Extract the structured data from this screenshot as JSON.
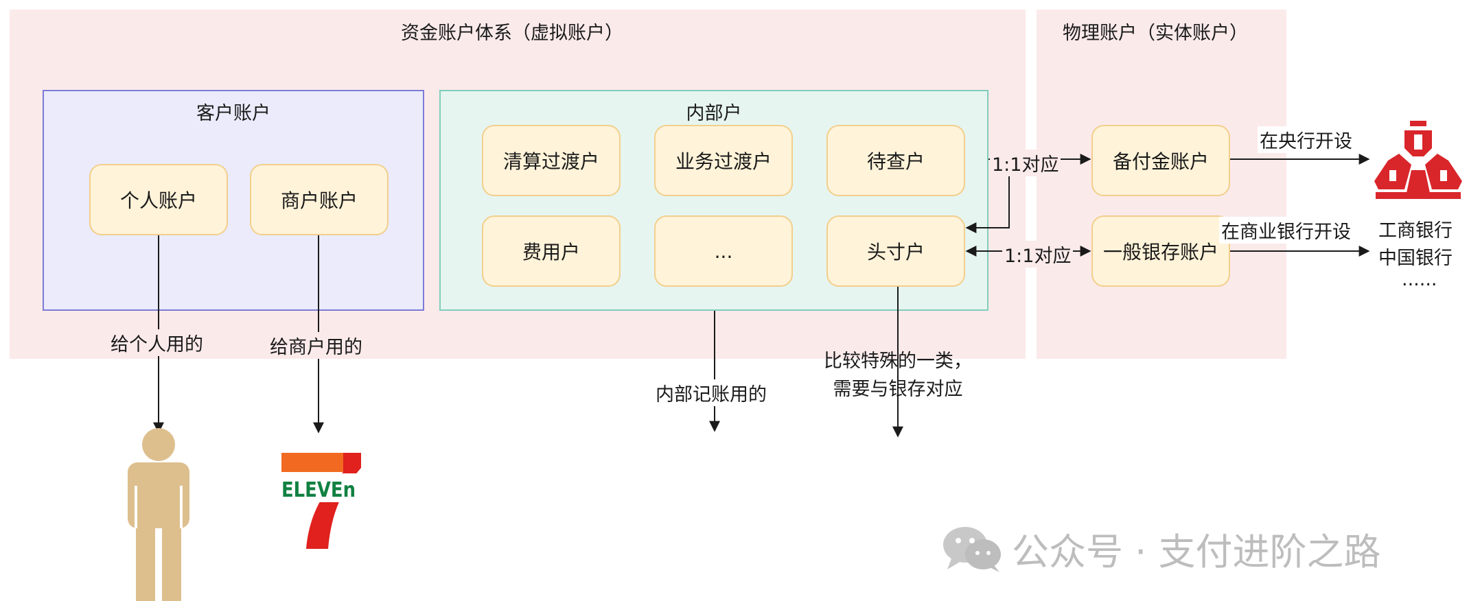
{
  "virtual_system": {
    "title": "资金账户体系（虚拟账户）",
    "customer_group": {
      "title": "客户账户",
      "nodes": [
        "个人账户",
        "商户账户"
      ],
      "edge_labels": [
        "给个人用的",
        "给商户用的"
      ]
    },
    "internal_group": {
      "title": "内部户",
      "nodes": [
        "清算过渡户",
        "业务过渡户",
        "待查户",
        "费用户",
        "...",
        "头寸户"
      ],
      "edge_labels": [
        "内部记账用的",
        "比较特殊的一类，\n需要与银存对应"
      ]
    }
  },
  "physical_system": {
    "title": "物理账户（实体账户）",
    "nodes": [
      "备付金账户",
      "一般银存账户"
    ],
    "mapping_labels": [
      "1:1对应",
      "1:1对应"
    ],
    "edge_labels": [
      "在央行开设",
      "在商业银行开设"
    ],
    "banks": [
      "工商银行",
      "中国银行",
      "......"
    ]
  },
  "logos": {
    "seven_eleven": "ELEVEn"
  },
  "watermark": {
    "text": "公众号 · 支付进阶之路"
  },
  "colors": {
    "region_bg": "#fbeaea",
    "customer_bg": "#ebebfb",
    "customer_border": "#7b7bd6",
    "internal_bg": "#e7f5f0",
    "internal_border": "#7fcdbb",
    "node_bg": "#fff3d9",
    "node_border": "#f2cf8c",
    "pboc_red": "#d9262b",
    "person": "#ddbf8e",
    "seven_orange": "#f26a21",
    "seven_green": "#118142",
    "seven_red": "#e0211d"
  }
}
